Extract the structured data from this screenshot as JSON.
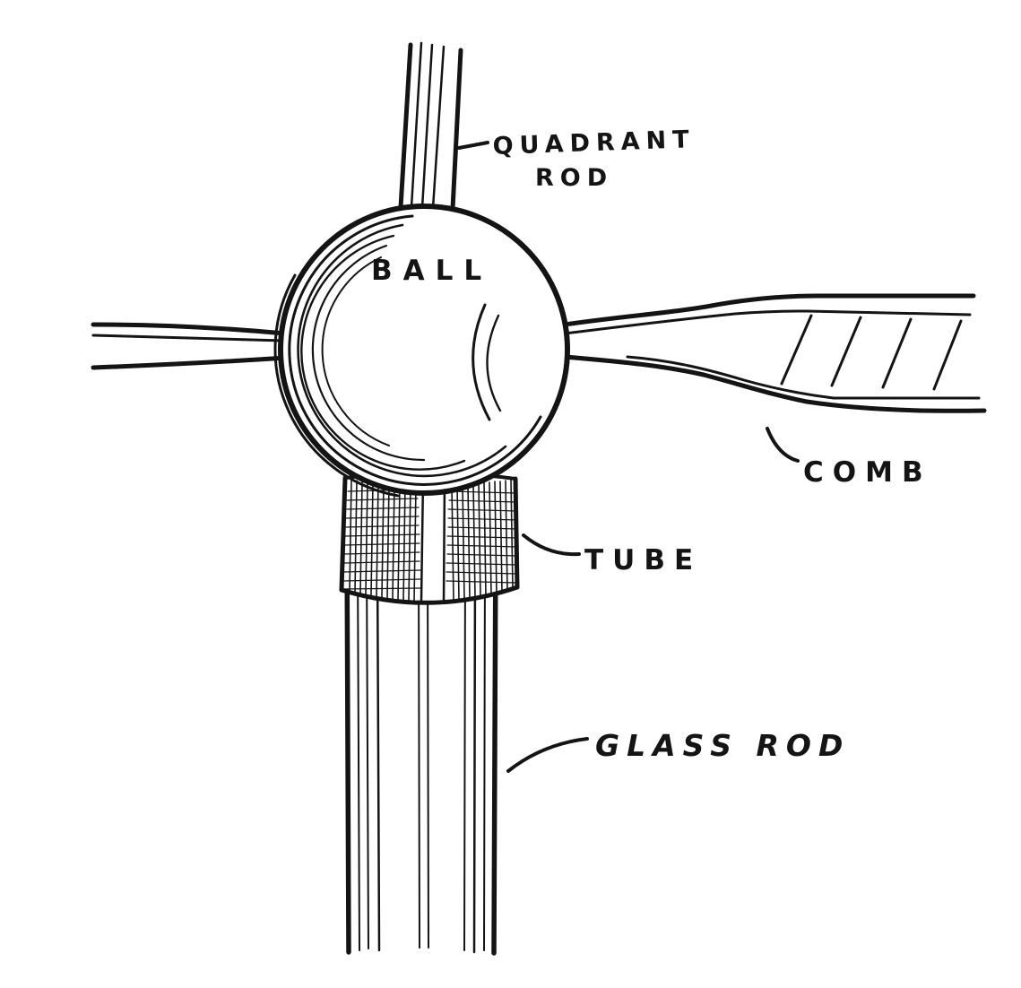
{
  "figure": {
    "description": "Hand-drawn technical illustration of an electrostatic collector ball apparatus",
    "colors": {
      "ink": "#141414",
      "background": "#ffffff"
    },
    "labels": {
      "quadrant_line1": "QUADRANT",
      "quadrant_line2": "ROD",
      "ball": "BALL",
      "comb": "COMB",
      "tube": "TUBE",
      "glass_rod": "GLASS ROD"
    }
  }
}
